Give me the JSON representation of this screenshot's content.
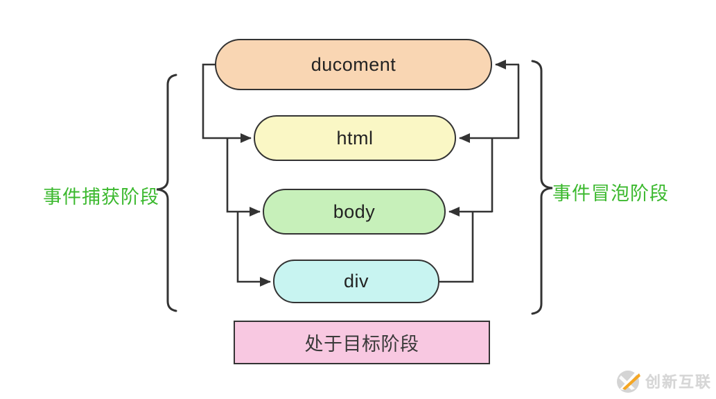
{
  "diagram": {
    "nodes": [
      {
        "id": "document",
        "label": "ducoment",
        "fill": "#F9D6B3"
      },
      {
        "id": "html",
        "label": "html",
        "fill": "#FAF7C5"
      },
      {
        "id": "body",
        "label": "body",
        "fill": "#C7F0BA"
      },
      {
        "id": "div",
        "label": "div",
        "fill": "#C8F4F1"
      }
    ],
    "target_box": {
      "label": "处于目标阶段",
      "fill": "#F8C8E1"
    },
    "left_label": {
      "text": "事件捕获阶段",
      "color": "#3CB92F"
    },
    "right_label": {
      "text": "事件冒泡阶段",
      "color": "#3CB92F"
    },
    "line_color": "#333333"
  },
  "watermark": {
    "brand": "创新互联",
    "logo": "cx-logo",
    "logo_gray": "#c9c9c9",
    "accent": "#F5A623"
  }
}
